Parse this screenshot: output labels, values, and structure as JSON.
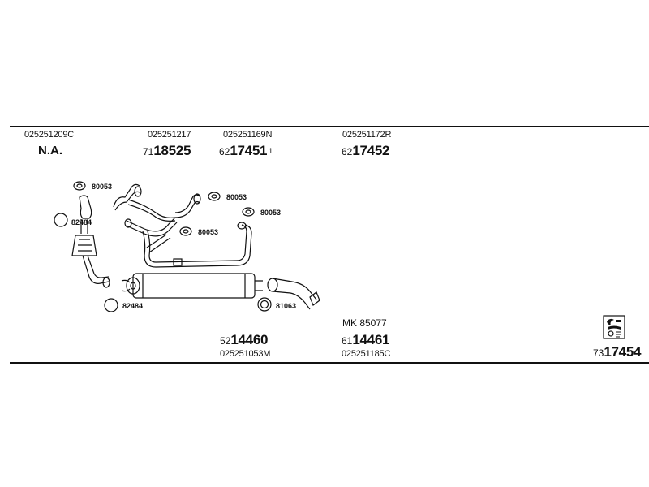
{
  "header_codes": [
    "025251209C",
    "025251217",
    "025251169N",
    "025251172R"
  ],
  "na_label": "N.A.",
  "parts_top": [
    {
      "prefix": "71",
      "number": "18525",
      "mark": ""
    },
    {
      "prefix": "62",
      "number": "17451",
      "mark": "1"
    },
    {
      "prefix": "62",
      "number": "17452",
      "mark": ""
    }
  ],
  "callouts": [
    "80053",
    "80053",
    "80053",
    "80053",
    "82484",
    "82484",
    "81063"
  ],
  "kit_label": "MK 85077",
  "parts_bottom": [
    {
      "prefix": "52",
      "number": "14460",
      "code": "025251053M"
    },
    {
      "prefix": "61",
      "number": "14461",
      "code": "025251185C"
    },
    {
      "prefix": "73",
      "number": "17454",
      "code": ""
    }
  ],
  "colors": {
    "line": "#111111",
    "background": "#ffffff"
  },
  "icons": [
    "gasket-ring-icon",
    "clamp-ring-icon",
    "catalytic-converter-icon",
    "exhaust-pipe-icon",
    "muffler-icon",
    "tail-pipe-icon",
    "brand-logo-icon"
  ]
}
